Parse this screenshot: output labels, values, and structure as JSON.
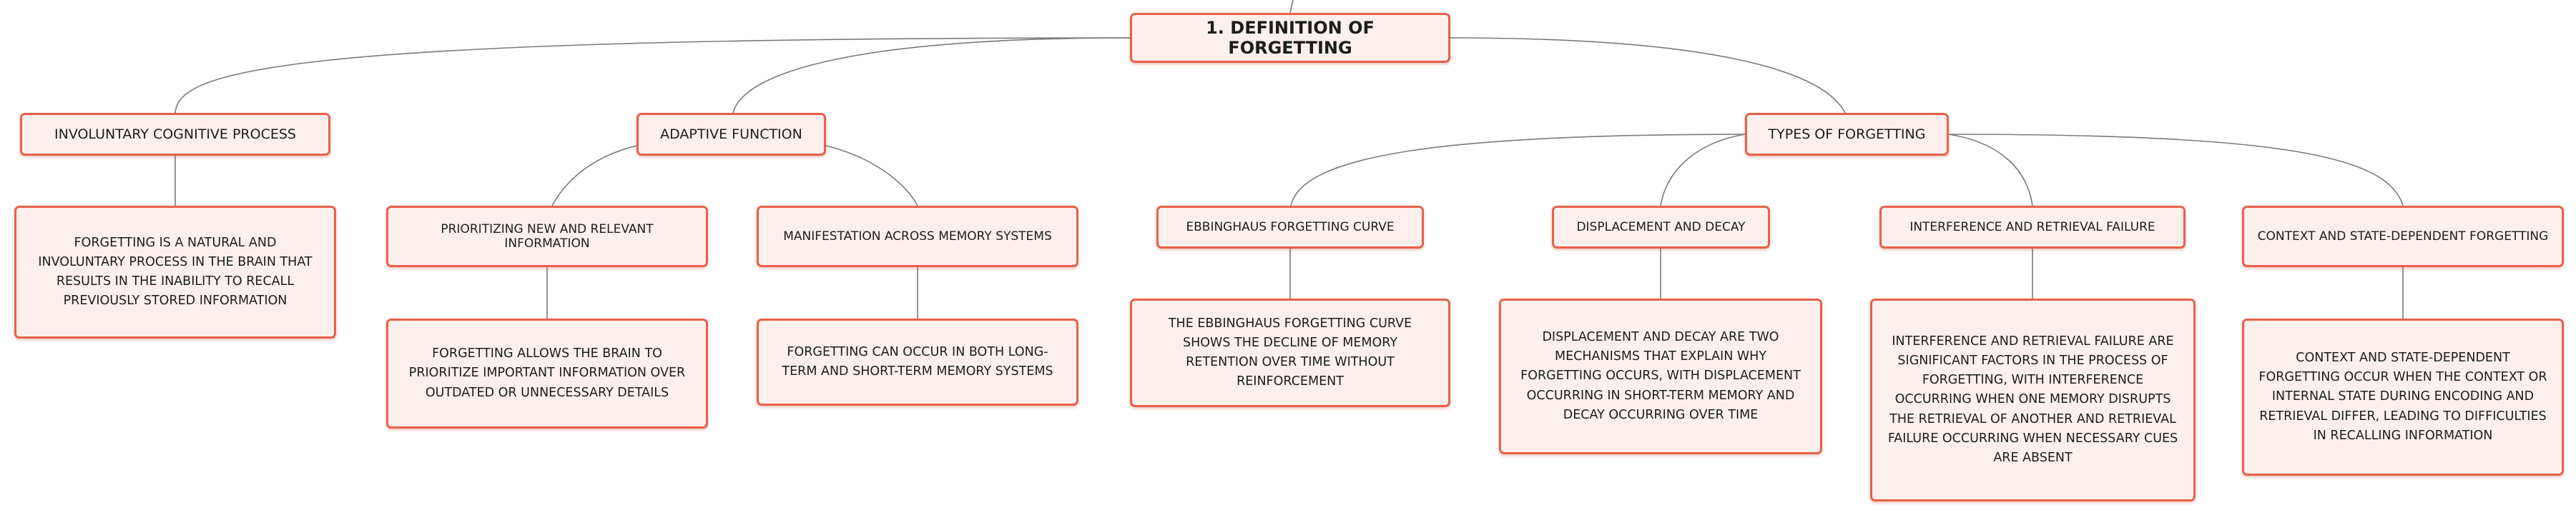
{
  "root": "1. DEFINITION OF FORGETTING",
  "branches": {
    "involuntary": {
      "label": "INVOLUNTARY COGNITIVE PROCESS",
      "detail": "FORGETTING IS A NATURAL AND INVOLUNTARY PROCESS IN THE BRAIN THAT RESULTS IN THE INABILITY TO RECALL PREVIOUSLY STORED INFORMATION"
    },
    "adaptive": {
      "label": "ADAPTIVE FUNCTION",
      "prioritizing": {
        "label": "PRIORITIZING NEW AND RELEVANT INFORMATION",
        "detail": "FORGETTING ALLOWS THE BRAIN TO PRIORITIZE IMPORTANT INFORMATION OVER OUTDATED OR UNNECESSARY DETAILS"
      },
      "manifestation": {
        "label": "MANIFESTATION ACROSS MEMORY SYSTEMS",
        "detail": "FORGETTING CAN OCCUR IN BOTH LONG-TERM AND SHORT-TERM MEMORY SYSTEMS"
      }
    },
    "types": {
      "label": "TYPES OF FORGETTING",
      "ebbinghaus": {
        "label": "EBBINGHAUS FORGETTING CURVE",
        "detail": "THE EBBINGHAUS FORGETTING CURVE SHOWS THE DECLINE OF MEMORY RETENTION OVER TIME WITHOUT REINFORCEMENT"
      },
      "displacement": {
        "label": "DISPLACEMENT AND DECAY",
        "detail": "DISPLACEMENT AND DECAY ARE TWO MECHANISMS THAT EXPLAIN WHY FORGETTING OCCURS, WITH DISPLACEMENT OCCURRING IN SHORT-TERM MEMORY AND DECAY OCCURRING OVER TIME"
      },
      "interference": {
        "label": "INTERFERENCE AND RETRIEVAL FAILURE",
        "detail": "INTERFERENCE AND RETRIEVAL FAILURE ARE SIGNIFICANT FACTORS IN THE PROCESS OF FORGETTING, WITH INTERFERENCE OCCURRING WHEN ONE MEMORY DISRUPTS THE RETRIEVAL OF ANOTHER AND RETRIEVAL FAILURE OCCURRING WHEN NECESSARY CUES ARE ABSENT"
      },
      "context": {
        "label": "CONTEXT AND STATE-DEPENDENT FORGETTING",
        "detail": "CONTEXT AND STATE-DEPENDENT FORGETTING OCCUR WHEN THE CONTEXT OR INTERNAL STATE DURING ENCODING AND RETRIEVAL DIFFER, LEADING TO DIFFICULTIES IN RECALLING INFORMATION"
      }
    }
  }
}
